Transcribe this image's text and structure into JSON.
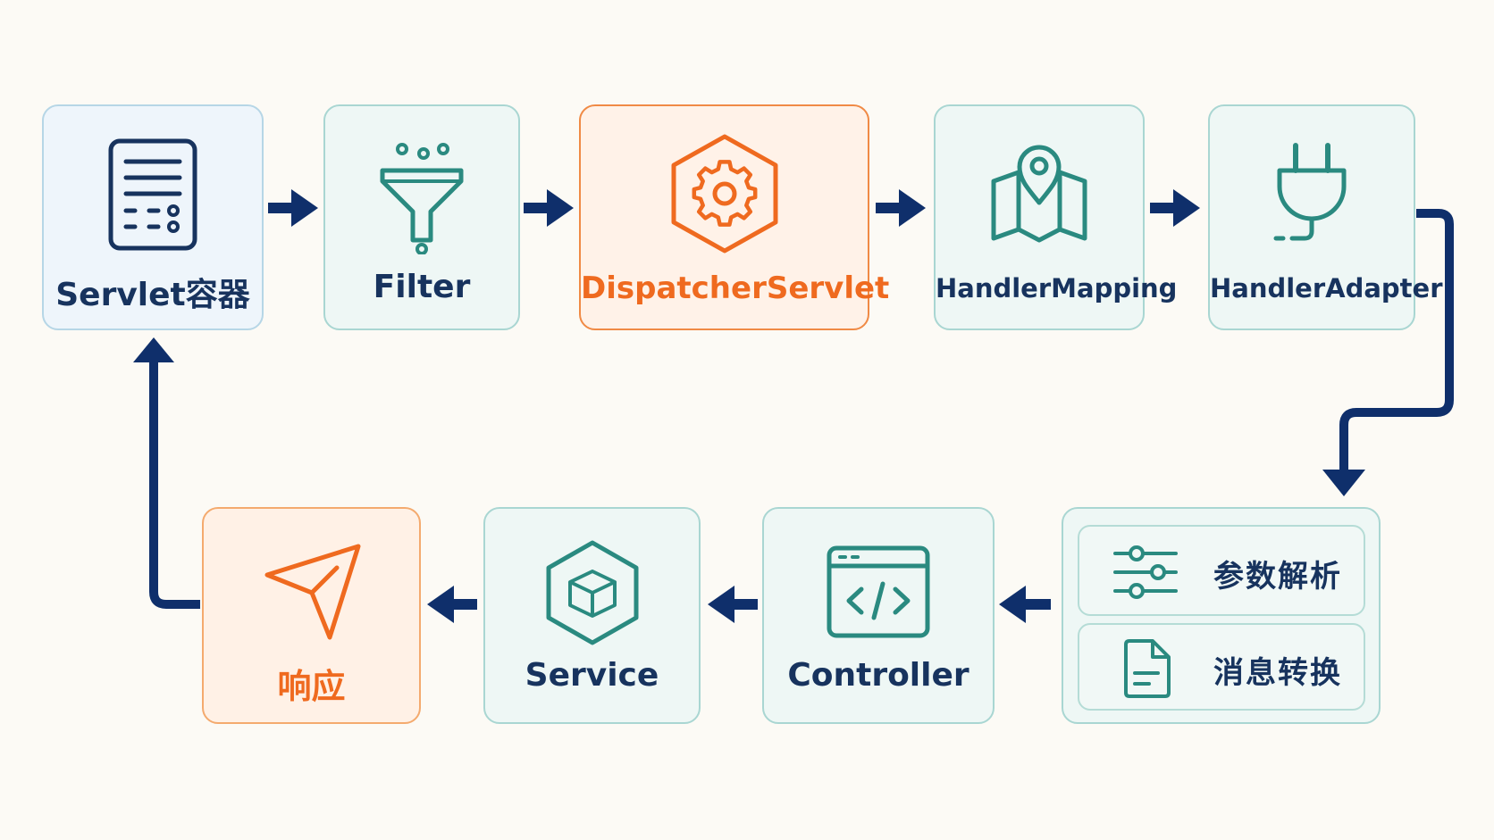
{
  "nodes": {
    "servlet_container": {
      "label": "Servlet容器",
      "icon": "document-icon"
    },
    "filter": {
      "label": "Filter",
      "icon": "funnel-icon"
    },
    "dispatcher": {
      "label": "DispatcherServlet",
      "icon": "gear-icon"
    },
    "handler_mapping": {
      "label": "HandlerMapping",
      "icon": "map-pin-icon"
    },
    "handler_adapter": {
      "label": "HandlerAdapter",
      "icon": "plug-icon"
    },
    "resolver_group": {
      "items": [
        {
          "label": "参数解析",
          "icon": "sliders-icon"
        },
        {
          "label": "消息转换",
          "icon": "file-icon"
        }
      ]
    },
    "controller": {
      "label": "Controller",
      "icon": "code-window-icon"
    },
    "service": {
      "label": "Service",
      "icon": "cube-icon"
    },
    "response": {
      "label": "响应",
      "icon": "send-icon"
    }
  },
  "colors": {
    "navy": "#17335e",
    "arrow": "#0f2f6b",
    "teal": "#2a8a80",
    "orange": "#ef6a1f"
  }
}
